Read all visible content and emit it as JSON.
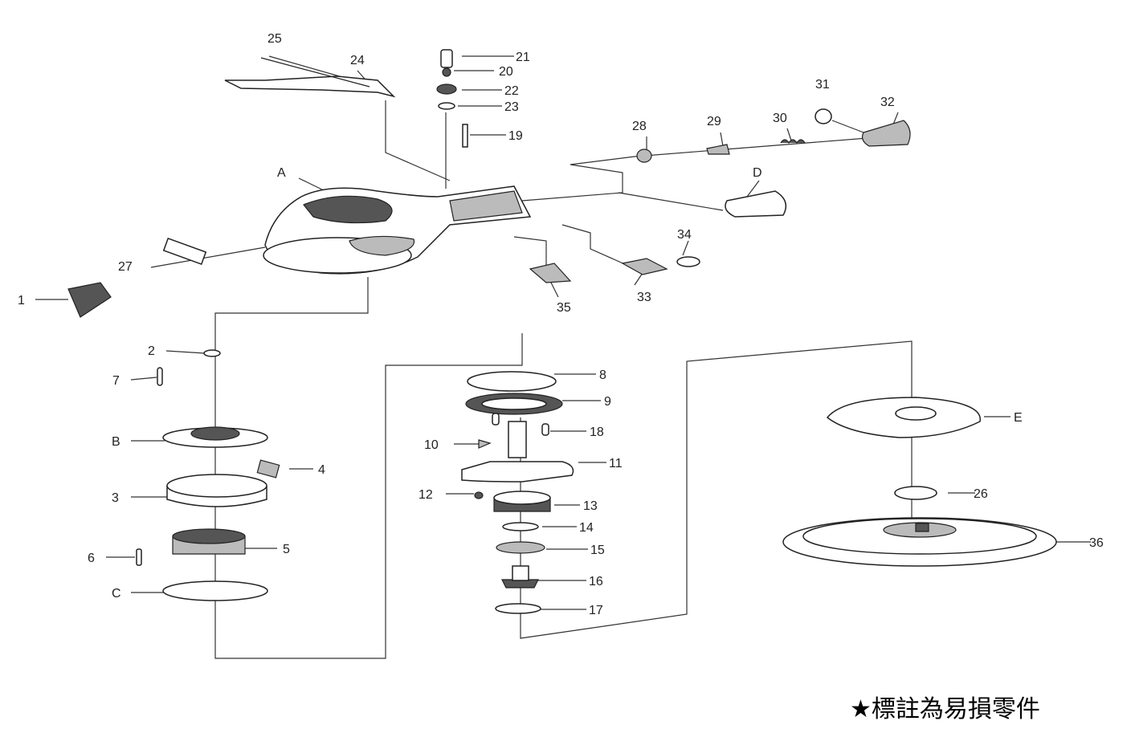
{
  "callouts": {
    "p1": "1",
    "p2": "2",
    "p3": "3",
    "p4": "4",
    "p5": "5",
    "p6": "6",
    "p7": "7",
    "p8": "8",
    "p9": "9",
    "p10": "10",
    "p11": "11",
    "p12": "12",
    "p13": "13",
    "p14": "14",
    "p15": "15",
    "p16": "16",
    "p17": "17",
    "p18": "18",
    "p19": "19",
    "p20": "20",
    "p21": "21",
    "p22": "22",
    "p23": "23",
    "p24": "24",
    "p25": "25",
    "p26": "26",
    "p27": "27",
    "p28": "28",
    "p29": "29",
    "p30": "30",
    "p31": "31",
    "p32": "32",
    "p33": "33",
    "p34": "34",
    "p35": "35",
    "p36": "36",
    "pA": "A",
    "pB": "B",
    "pC": "C",
    "pD": "D",
    "pE": "E"
  },
  "footer_note": "★標註為易損零件"
}
